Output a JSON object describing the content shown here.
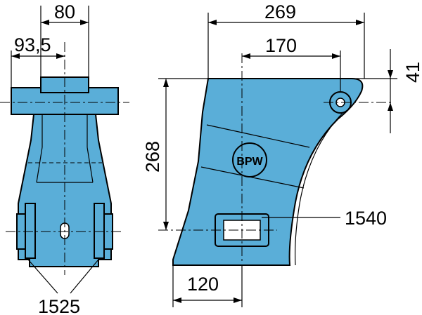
{
  "drawing": {
    "brand_logo": "BPW",
    "dimensions": {
      "d80": "80",
      "d93_5": "93,5",
      "d269": "269",
      "d170": "170",
      "d41": "41",
      "d268": "268",
      "d120": "120"
    },
    "part_numbers": {
      "p1540": "1540",
      "p1525": "1525"
    },
    "colors": {
      "part_fill": "#5aaed8",
      "outline": "#000000",
      "background": "#ffffff"
    }
  }
}
